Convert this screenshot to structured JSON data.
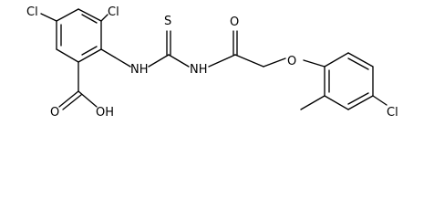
{
  "labels": {
    "cl_top_left": "Cl",
    "cl_top_center": "Cl",
    "cl_right": "Cl",
    "s": "S",
    "o_carbonyl": "O",
    "o_ether": "O",
    "nh_left": "NH",
    "nh_right": "NH",
    "o_acid": "O",
    "oh": "OH"
  }
}
